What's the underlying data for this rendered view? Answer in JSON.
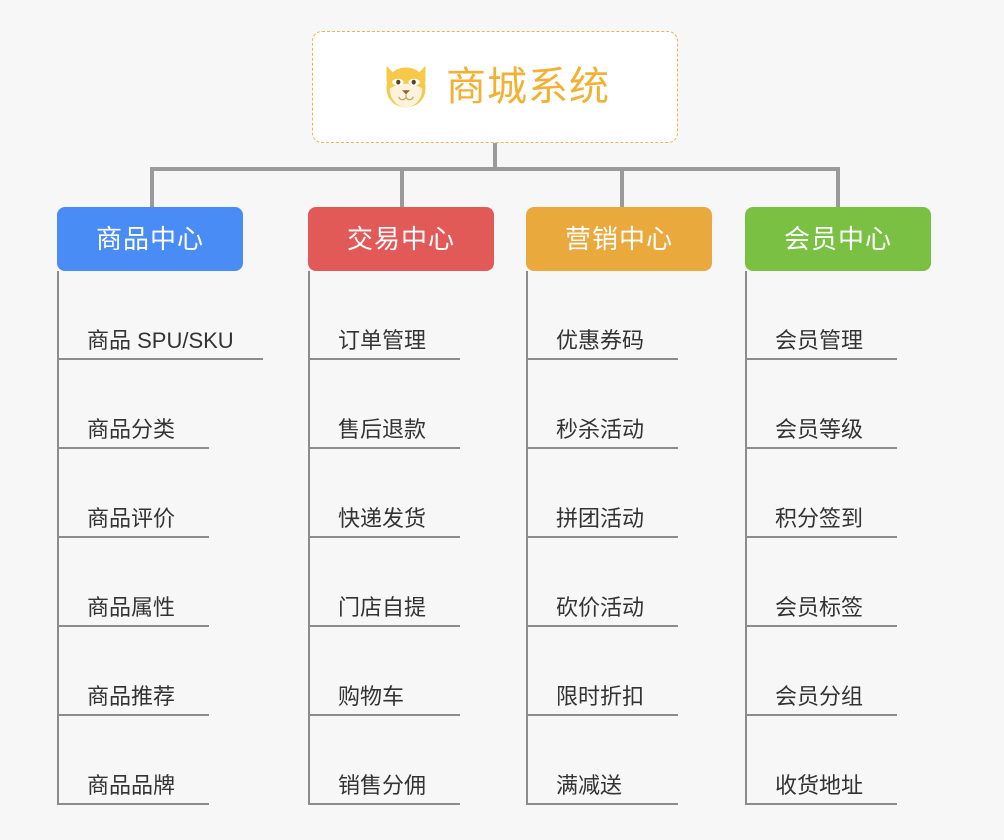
{
  "background_color": "#f7f7f7",
  "root": {
    "title": "商城系统",
    "icon": "shiba-dog-face-icon",
    "text_color": "#f2b135",
    "border_color": "#e8b451"
  },
  "connector_color": "#9a9a9a",
  "columns": [
    {
      "header": "商品中心",
      "color": "#4a8cf5",
      "items": [
        "商品 SPU/SKU",
        "商品分类",
        "商品评价",
        "商品属性",
        "商品推荐",
        "商品品牌"
      ]
    },
    {
      "header": "交易中心",
      "color": "#e15a58",
      "items": [
        "订单管理",
        "售后退款",
        "快递发货",
        "门店自提",
        "购物车",
        "销售分佣"
      ]
    },
    {
      "header": "营销中心",
      "color": "#eaa93c",
      "items": [
        "优惠券码",
        "秒杀活动",
        "拼团活动",
        "砍价活动",
        "限时折扣",
        "满减送"
      ]
    },
    {
      "header": "会员中心",
      "color": "#7ac143",
      "items": [
        "会员管理",
        "会员等级",
        "积分签到",
        "会员标签",
        "会员分组",
        "收货地址"
      ]
    }
  ]
}
